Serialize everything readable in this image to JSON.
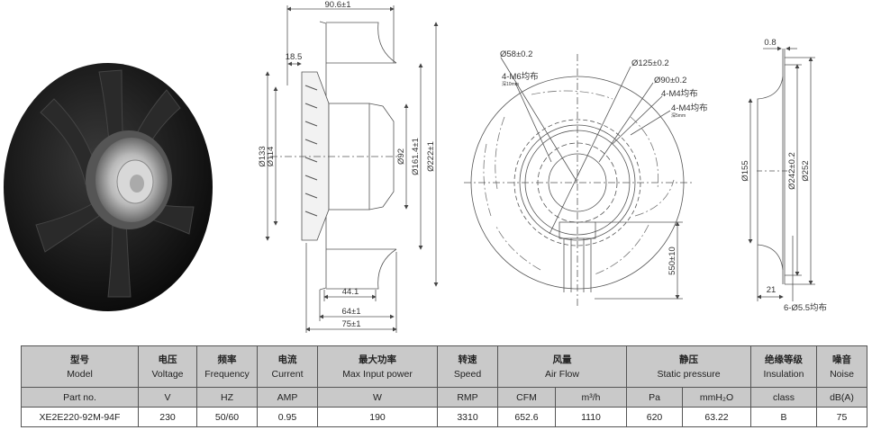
{
  "side_view": {
    "dims": {
      "overall_length": "90.6±1",
      "flange": "18.5",
      "d133": "Ø133",
      "d114": "Ø114",
      "d92": "Ø92",
      "d161": "Ø161.4±1",
      "d222": "Ø222±1",
      "l44": "44.1",
      "l64": "64±1",
      "l75": "75±1"
    }
  },
  "front_view": {
    "labels": {
      "d58": "Ø58±0.2",
      "m6": "4-M6均布",
      "m6_depth": "深10mm",
      "d125": "Ø125±0.2",
      "d90": "Ø90±0.2",
      "m4a": "4-M4均布",
      "m4b": "4-M4均布",
      "m4b_depth": "深5mm",
      "cable": "550±10"
    }
  },
  "ring_view": {
    "labels": {
      "t08": "0.8",
      "d155": "Ø155",
      "d242": "Ø242±0.2",
      "d252": "Ø252",
      "w21": "21",
      "holes": "6-Ø5.5均布"
    }
  },
  "table": {
    "headers": [
      {
        "cn": "型号",
        "en": "Model"
      },
      {
        "cn": "电压",
        "en": "Voltage"
      },
      {
        "cn": "频率",
        "en": "Frequency"
      },
      {
        "cn": "电流",
        "en": "Current"
      },
      {
        "cn": "最大功率",
        "en": "Max Input power"
      },
      {
        "cn": "转速",
        "en": "Speed"
      },
      {
        "cn": "风量",
        "en": "Air Flow"
      },
      {
        "cn": "静压",
        "en": "Static pressure"
      },
      {
        "cn": "绝缘等级",
        "en": "Insulation"
      },
      {
        "cn": "噪音",
        "en": "Noise"
      }
    ],
    "units": [
      "Part no.",
      "V",
      "HZ",
      "AMP",
      "W",
      "RMP",
      "CFM",
      "m³/h",
      "Pa",
      "mmH₂O",
      "class",
      "dB(A)"
    ],
    "row": [
      "XE2E220-92M-94F",
      "230",
      "50/60",
      "0.95",
      "190",
      "3310",
      "652.6",
      "1110",
      "620",
      "63.22",
      "B",
      "75"
    ]
  }
}
